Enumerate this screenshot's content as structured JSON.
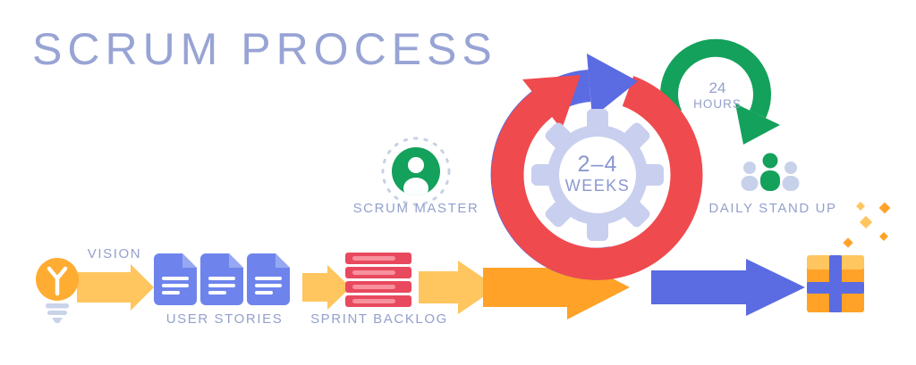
{
  "title": "SCRUM PROCESS",
  "colors": {
    "title": "#98A4D4",
    "label": "#93A0CC",
    "gear_text": "#8B98D0",
    "yellow": "#FFC55E",
    "orange": "#FFA227",
    "red": "#EF4A4E",
    "blue": "#5B6BE1",
    "doc_blue": "#6E84EC",
    "doc_fold": "#97A8F2",
    "green": "#13A15B",
    "gear": "#C9CFEE",
    "side_person": "#C7D2EA",
    "backlog_red": "#E8495E",
    "backlog_stripe": "#F7919E",
    "bulb": "#FFAC32",
    "base_gray": "#C9D3EA",
    "dash": "#C7D1E5"
  },
  "flow": {
    "vision_label": "VISION",
    "user_stories_label": "USER STORIES",
    "sprint_backlog_label": "SPRINT BACKLOG",
    "scrum_master_label": "SCRUM MASTER",
    "sprint_cycle": {
      "line1": "2–4",
      "line2": "WEEKS"
    },
    "daily_loop": {
      "line1": "24",
      "line2": "HOURS"
    },
    "daily_standup_label": "DAILY STAND UP"
  }
}
